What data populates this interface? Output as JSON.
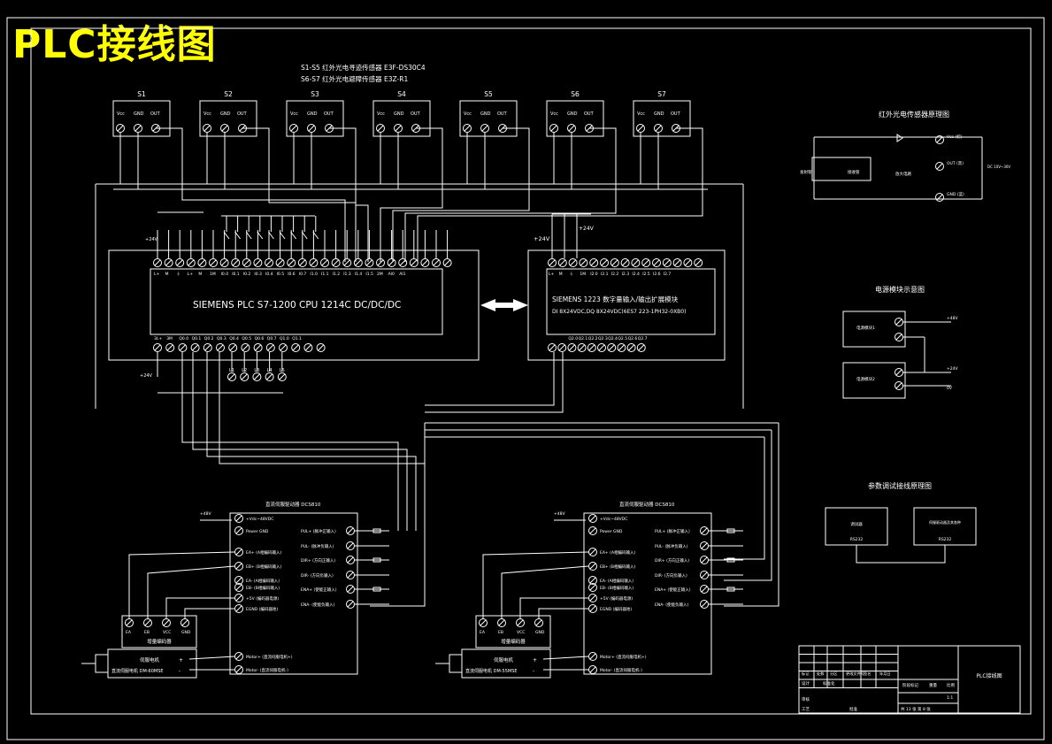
{
  "title": "PLC接线图",
  "legend": {
    "line1": "S1-S5 红外光电寻迹传感器  E3F-DS30C4",
    "line2": "S6-S7 红外光电避障传感器  E3Z-R1"
  },
  "sensors": [
    "S1",
    "S2",
    "S3",
    "S4",
    "S5",
    "S6",
    "S7"
  ],
  "sensor_pins": [
    "Vcc",
    "GND",
    "OUT"
  ],
  "plc": {
    "line1": "SIEMENS PLC S7-1200 CPU 1214C DC/DC/DC",
    "supply": "+24V",
    "input_labels": [
      "L+",
      "M",
      "⏚",
      "L+",
      "M",
      "1M",
      "I0.0",
      "I0.1",
      "I0.2",
      "I0.3",
      "I0.4",
      "I0.5",
      "I0.6",
      "I0.7",
      "I1.0",
      "I1.1",
      "I1.2",
      "I1.3",
      "I1.4",
      "I1.5",
      "2M",
      "AI0",
      "AI1"
    ],
    "output_labels": [
      "3L+",
      "3M",
      "Q0.0",
      "Q0.1",
      "Q0.2",
      "Q0.3",
      "Q0.4",
      "Q0.5",
      "Q0.6",
      "Q0.7",
      "Q1.0",
      "Q1.1"
    ],
    "lamp_labels": [
      "L1",
      "L2",
      "L3",
      "L4",
      "L5"
    ]
  },
  "ext": {
    "line1": "SIEMENS 1223 数字量输入/输出扩展模块",
    "line2": "DI 8X24VDC,DQ 8X24VDC(6ES7 223-1PH32-0XB0)",
    "supply": "+24V",
    "input_labels": [
      "L+",
      "M",
      "⏚",
      "1M",
      "I2.0",
      "I2.1",
      "I2.2",
      "I2.3",
      "I2.4",
      "I2.5",
      "I2.6",
      "I2.7"
    ],
    "output_labels": [
      "Q2.0",
      "Q2.1",
      "Q2.2",
      "Q2.3",
      "Q2.4",
      "Q2.5",
      "Q2.6",
      "Q2.7"
    ]
  },
  "drivers": [
    {
      "title": "直流伺服驱动器 DCS810",
      "supply": "+48V",
      "pins": [
        "+Vdc~48VDC",
        "Power GND",
        "EA+ (A相编码输入)",
        "EB+ (B相编码输入)",
        "EA- (A相编码输入)",
        "EB- (B相编码输入)",
        "+5V (编码器电源)",
        "EGND (编码器地)"
      ],
      "right_pins": [
        "PUL+ (脉冲正输入)",
        "PUL- (脉冲负输入)",
        "DIR+ (方向正输入)",
        "DIR- (方向负输入)",
        "ENA+ (使能正输入)",
        "ENA- (使能负输入)"
      ],
      "motor_pins": [
        "Motor+ (直流伺服电机+)",
        "Motor- (直流伺服电机-)"
      ],
      "encoder": "增量编码器",
      "enc_pins": [
        "EA",
        "EB",
        "VCC",
        "GND"
      ],
      "motor": "伺服电机",
      "motor_model": "直流伺服电机 DM-60MSE"
    },
    {
      "title": "直流伺服驱动器 DCS810",
      "supply": "+48V",
      "pins": [
        "+Vdc~48VDC",
        "Power GND",
        "EA+ (A相编码输入)",
        "EB+ (B相编码输入)",
        "EA- (A相编码输入)",
        "EB- (B相编码输入)",
        "+5V (编码器电源)",
        "EGND (编码器地)"
      ],
      "right_pins": [
        "PUL+ (脉冲正输入)",
        "PUL- (脉冲负输入)",
        "DIR+ (方向正输入)",
        "DIR- (方向负输入)",
        "ENA+ (使能正输入)",
        "ENA- (使能负输入)"
      ],
      "motor_pins": [
        "Motor+ (直流伺服电机+)",
        "Motor- (直流伺服电机-)"
      ],
      "encoder": "增量编码器",
      "enc_pins": [
        "EA",
        "EB",
        "VCC",
        "GND"
      ],
      "motor": "伺服电机",
      "motor_model": "直流伺服电机 DM-55MSE"
    }
  ],
  "sensor_diagram": {
    "title": "红外光电传感器原理图",
    "vcc": "Vcc (棕)",
    "out": "OUT (黑)",
    "gnd": "GND (蓝)",
    "emitter": "发射管",
    "receiver": "接收管",
    "circuit": "放大电路",
    "supply": "DC 10V~30V"
  },
  "psu": {
    "title": "电源模块示意图",
    "unit1": "电源模块1",
    "unit2": "电源模块2",
    "v1": "+48V",
    "v2": "+24V",
    "v3": "0V"
  },
  "debug": {
    "title": "参数调试接线原理图",
    "box1": "调试器",
    "box2": "伺服驱动器及其各种调试参数设置",
    "port1": "RS232",
    "port2": "RS232"
  },
  "title_block": {
    "drawing_name": "PLC接线图",
    "row1": [
      "标记",
      "处数",
      "分区",
      "更改文件号",
      "签名",
      "年月日"
    ],
    "designer": "设计",
    "standard": "标准化",
    "stage": "阶段标记",
    "weight": "重量",
    "scale": "比例",
    "scale_val": "1:1",
    "review": "审核",
    "process": "工艺",
    "approve": "批准",
    "sheet": "共 13 张  第 8 张"
  }
}
